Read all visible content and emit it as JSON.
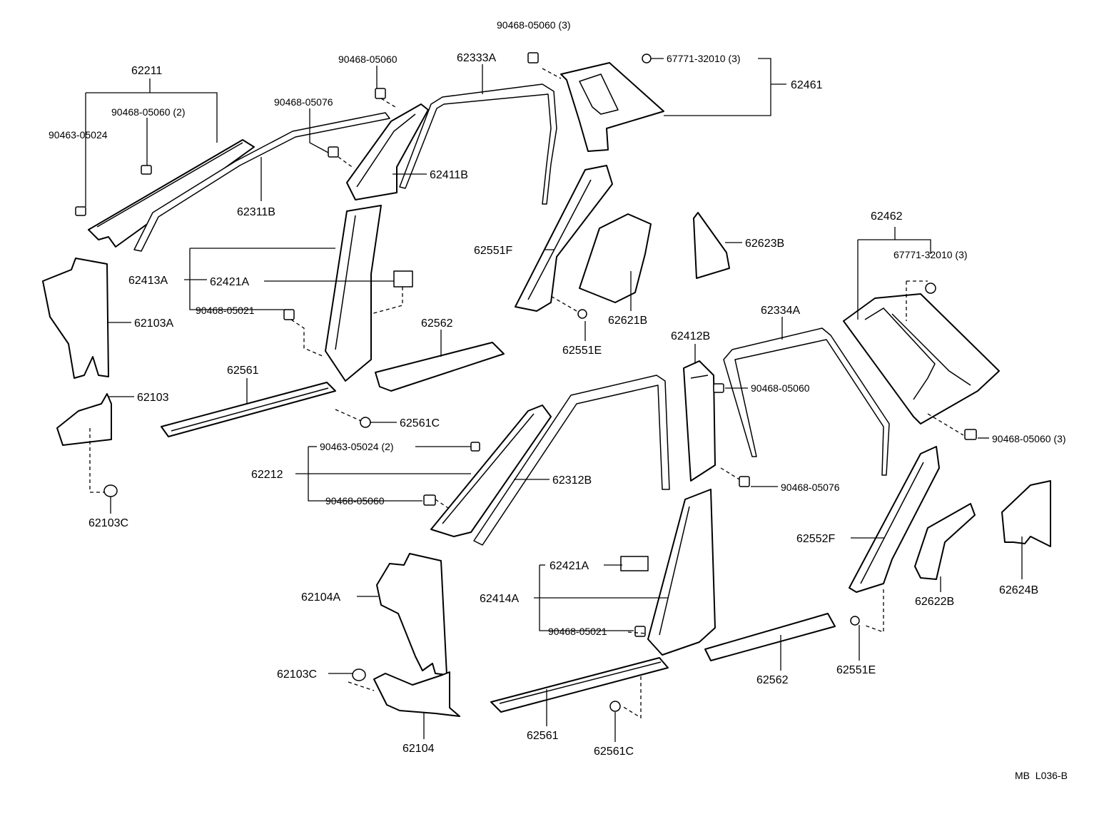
{
  "diagram_code": "MB  L036-B",
  "labels": {
    "p62211": "62211",
    "p90468_05060_2_a": "90468-05060 (2)",
    "p90463_05024_a": "90463-05024",
    "p62311B": "62311B",
    "p90468_05076_a": "90468-05076",
    "p90468_05060_a": "90468-05060",
    "p62333A": "62333A",
    "p90468_05060_3_a": "90468-05060 (3)",
    "p67771_32010_3_a": "67771-32010 (3)",
    "p62461": "62461",
    "p62411B": "62411B",
    "p62551F": "62551F",
    "p62623B": "62623B",
    "p62621B": "62621B",
    "p62551E_a": "62551E",
    "p62462": "62462",
    "p67771_32010_3_b": "67771-32010 (3)",
    "p62413A": "62413A",
    "p62421A_a": "62421A",
    "p90468_05021_a": "90468-05021",
    "p62103A": "62103A",
    "p62562_a": "62562",
    "p62334A": "62334A",
    "p62412B": "62412B",
    "p90468_05060_b": "90468-05060",
    "p62561_a": "62561",
    "p62103": "62103",
    "p62561C_a": "62561C",
    "p90468_05060_3_b": "90468-05060 (3)",
    "p90463_05024_2_b": "90463-05024 (2)",
    "p62212": "62212",
    "p90468_05060_c": "90468-05060",
    "p62312B": "62312B",
    "p90468_05076_b": "90468-05076",
    "p62103C_a": "62103C",
    "p62552F": "62552F",
    "p62624B": "62624B",
    "p62421A_b": "62421A",
    "p62414A": "62414A",
    "p90468_05021_b": "90468-05021",
    "p62104A": "62104A",
    "p62622B": "62622B",
    "p62551E_b": "62551E",
    "p62103C_b": "62103C",
    "p62562_b": "62562",
    "p62104": "62104",
    "p62561_b": "62561",
    "p62561C_b": "62561C"
  }
}
